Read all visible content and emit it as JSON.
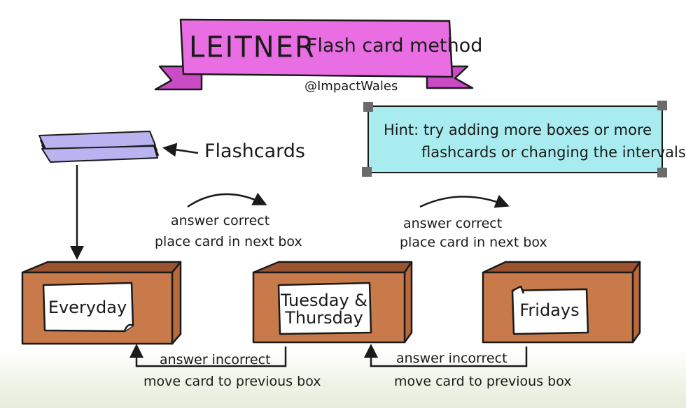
{
  "title": {
    "main": "LEITNER",
    "sub": "Flash card method"
  },
  "credit": "@ImpactWales",
  "hint": {
    "line1": "Hint: try adding more boxes or more",
    "line2": "flashcards or changing the intervals"
  },
  "flashcards_label": "Flashcards",
  "boxes": [
    {
      "label": "Everyday"
    },
    {
      "label_line1": "Tuesday &",
      "label_line2": "Thursday"
    },
    {
      "label": "Fridays"
    }
  ],
  "transitions": {
    "correct": [
      {
        "line1": "answer correct",
        "line2": "place card in next box"
      },
      {
        "line1": "answer correct",
        "line2": "place card in next box"
      }
    ],
    "incorrect": [
      {
        "line1": "answer incorrect",
        "line2": "move card to previous box"
      },
      {
        "line1": "answer incorrect",
        "line2": "move card to previous box"
      }
    ]
  },
  "colors": {
    "banner": "#e96ee4",
    "banner_dark": "#c94cc5",
    "hint_bg": "#a9ecef",
    "hint_corner": "#6b6b6b",
    "card": "#b9b3ef",
    "box_front": "#c97a4a",
    "box_inside": "#9c5330",
    "box_rim": "#d98c58",
    "stroke": "#1a1a1a"
  }
}
